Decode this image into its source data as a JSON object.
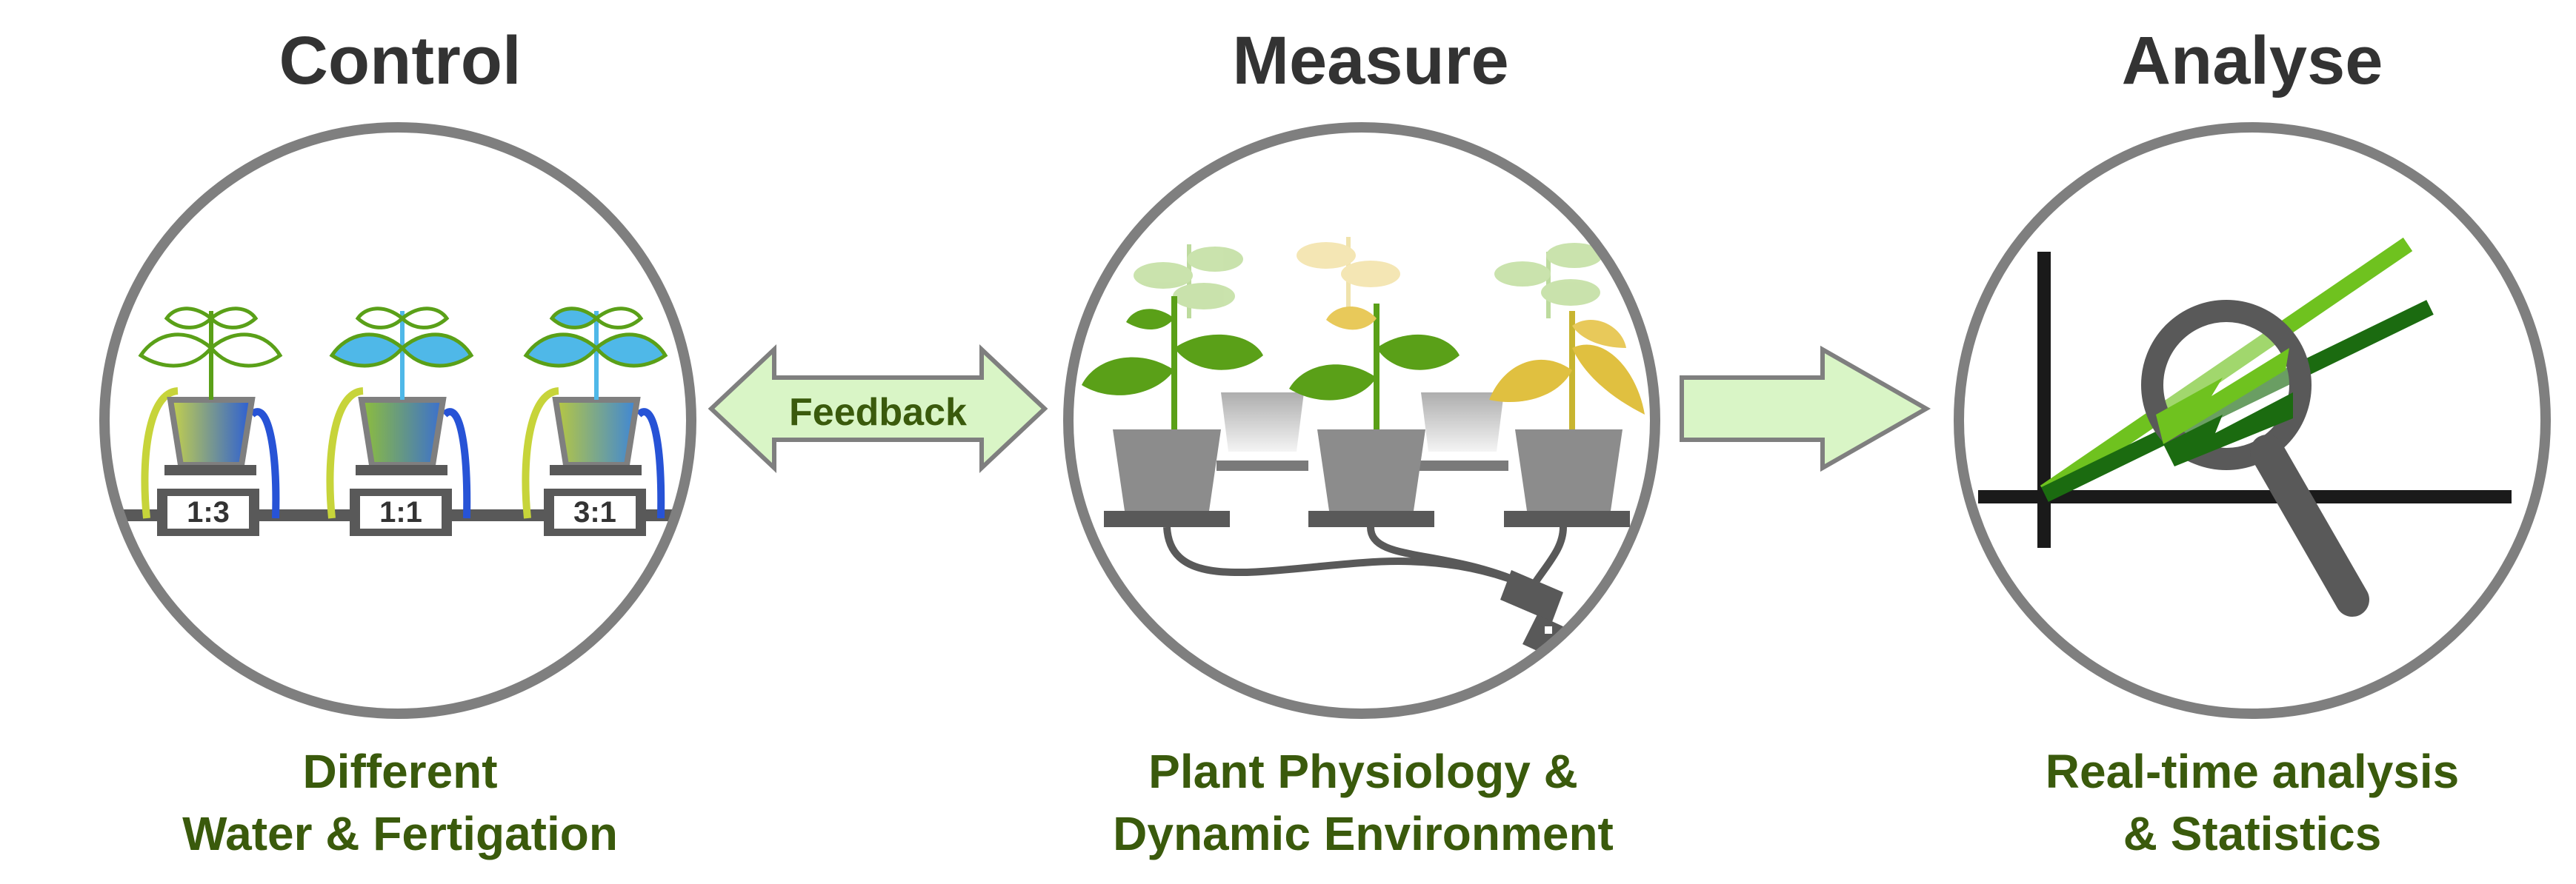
{
  "stages": {
    "control": {
      "title": "Control",
      "caption_line1": "Different",
      "caption_line2": "Water & Fertigation",
      "timers": [
        "1:3",
        "1:1",
        "3:1"
      ]
    },
    "measure": {
      "title": "Measure",
      "caption_line1": "Plant Physiology &",
      "caption_line2": "Dynamic Environment"
    },
    "analyse": {
      "title": "Analyse",
      "caption_line1": "Real-time analysis",
      "caption_line2": "& Statistics"
    }
  },
  "arrows": {
    "feedback_label": "Feedback"
  },
  "colors": {
    "circle_stroke": "#7f7f7f",
    "heading_text": "#333333",
    "caption_text": "#3a5a0c",
    "arrow_fill": "#d9f5c6",
    "plant_green": "#5aa018",
    "water_blue": "#4fb8e8",
    "pot_grey": "#8c8c8c",
    "chart_line_light": "#6fc21f",
    "chart_line_dark": "#1b6b10"
  },
  "icons": [
    "plant-pot-icon",
    "timer-display-icon",
    "usb-cable-icon",
    "magnifier-icon",
    "trend-chart-icon"
  ]
}
